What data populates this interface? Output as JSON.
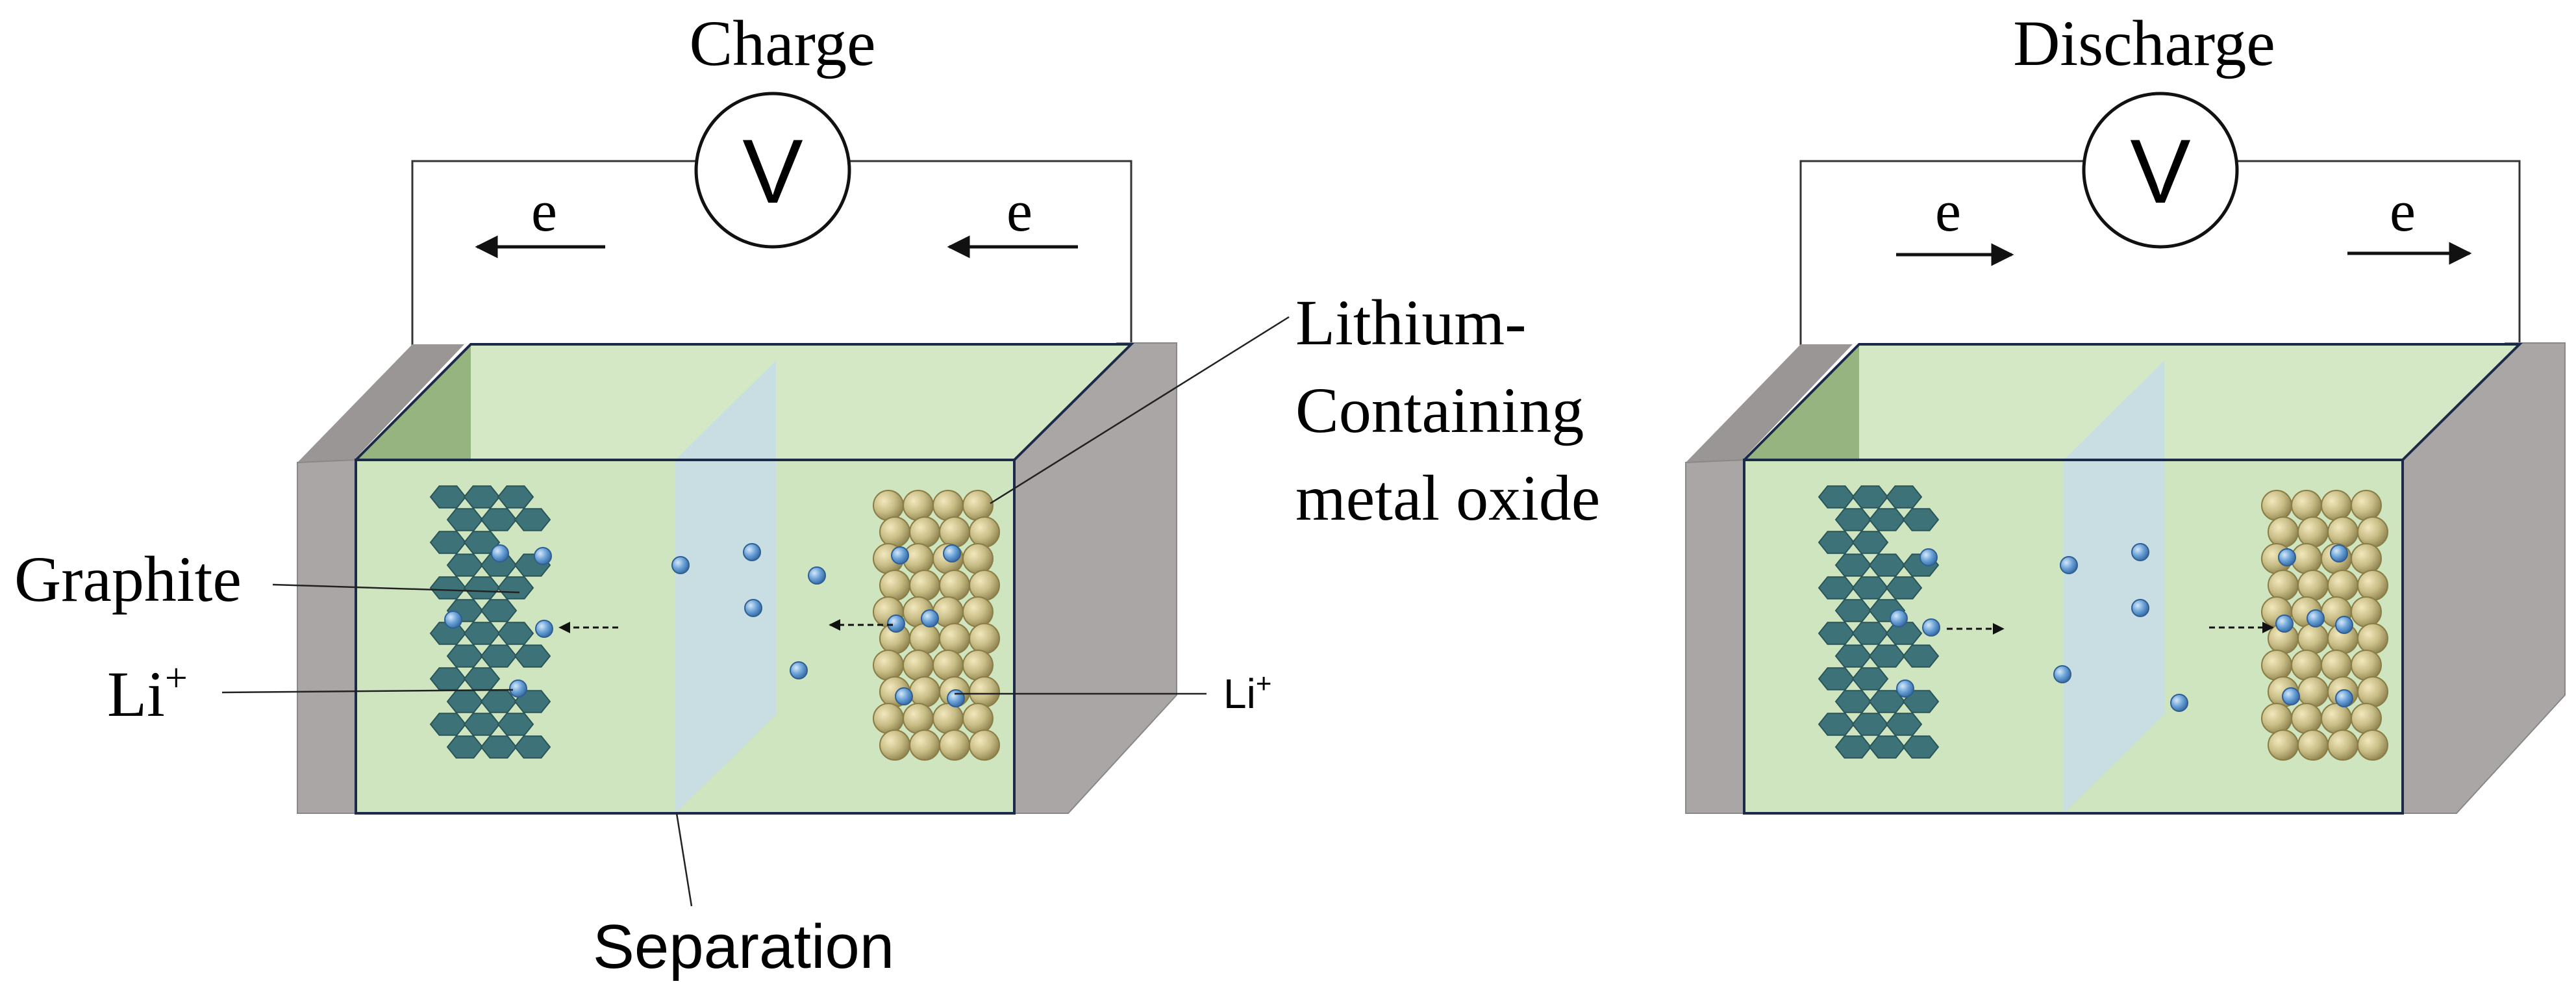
{
  "panels": [
    {
      "id": "charge",
      "title": "Charge",
      "meter_symbol": "V",
      "electron_symbol": "e",
      "electron_flow": "left",
      "ion_flow": "cathode-to-anode"
    },
    {
      "id": "discharge",
      "title": "Discharge",
      "meter_symbol": "V",
      "electron_symbol": "e",
      "electron_flow": "right",
      "ion_flow": "anode-to-cathode"
    }
  ],
  "labels": {
    "cathode_line1": "Lithium-",
    "cathode_line2": "Containing",
    "cathode_line3": "metal oxide",
    "anode": "Graphite",
    "ion_left": "Li",
    "ion_left_sup": "+",
    "ion_right": "Li",
    "ion_right_sup": "+",
    "separator": "Separation"
  },
  "colors": {
    "casing": "#aaa6a6",
    "casing_dark": "#8c8989",
    "electrolyte": "#cfe5c0",
    "electrolyte_top": "#d4e8c6",
    "separator": "#c6dde6",
    "graphite": "#3d7378",
    "graphite_edge": "#2a5558",
    "oxide": "#c9bd86",
    "oxide_edge": "#8a7d45",
    "ion": "#6ba3d8",
    "ion_edge": "#2f5f93"
  }
}
